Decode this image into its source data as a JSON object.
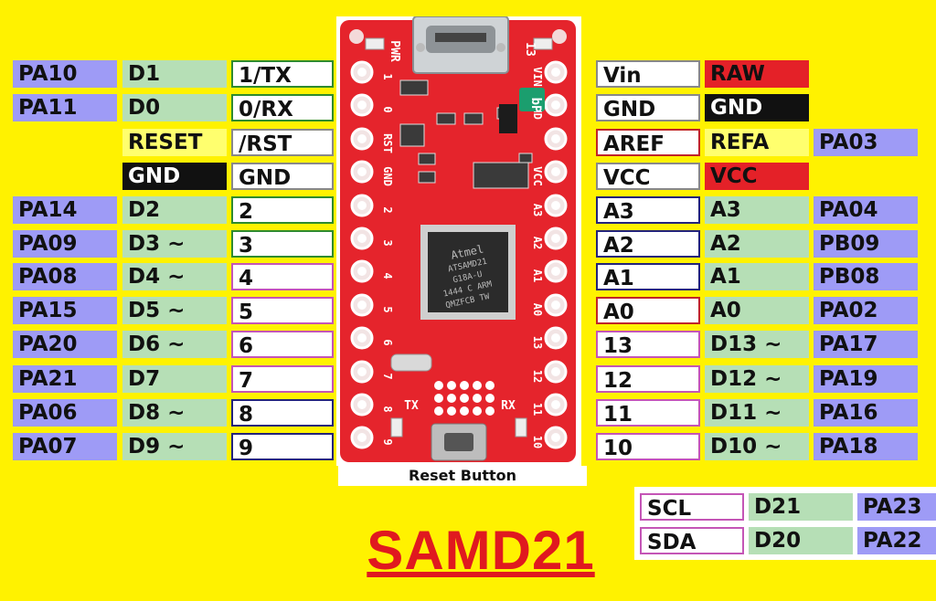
{
  "title": "SAMD21",
  "reset_caption": "Reset Button",
  "left_rows": [
    [
      "PA10",
      "D1",
      "1/TX"
    ],
    [
      "PA11",
      "D0",
      "0/RX"
    ],
    [
      "",
      "RESET",
      "/RST"
    ],
    [
      "",
      "GND",
      "GND"
    ],
    [
      "PA14",
      "D2",
      "2"
    ],
    [
      "PA09",
      "D3 ~",
      "3"
    ],
    [
      "PA08",
      "D4 ~",
      "4"
    ],
    [
      "PA15",
      "D5 ~",
      "5"
    ],
    [
      "PA20",
      "D6 ~",
      "6"
    ],
    [
      "PA21",
      "D7",
      "7"
    ],
    [
      "PA06",
      "D8 ~",
      "8"
    ],
    [
      "PA07",
      "D9 ~",
      "9"
    ]
  ],
  "right_rows": [
    [
      "Vin",
      "RAW",
      ""
    ],
    [
      "GND",
      "GND",
      ""
    ],
    [
      "AREF",
      "REFA",
      "PA03"
    ],
    [
      "VCC",
      "VCC",
      ""
    ],
    [
      "A3",
      "A3",
      "PA04"
    ],
    [
      "A2",
      "A2",
      "PB09"
    ],
    [
      "A1",
      "A1",
      "PB08"
    ],
    [
      "A0",
      "A0",
      "PA02"
    ],
    [
      "13",
      "D13 ~",
      "PA17"
    ],
    [
      "12",
      "D12 ~",
      "PA19"
    ],
    [
      "11",
      "D11 ~",
      "PA16"
    ],
    [
      "10",
      "D10 ~",
      "PA18"
    ]
  ],
  "i2c_rows": [
    [
      "SCL",
      "D21",
      "PA23"
    ],
    [
      "SDA",
      "D20",
      "PA22"
    ]
  ],
  "board_silk": {
    "left_pins": [
      "1",
      "0",
      "RST",
      "GND",
      "2",
      "3",
      "4",
      "5",
      "6",
      "7",
      "8",
      "9"
    ],
    "right_pins": [
      "VIN",
      "GND",
      "",
      "VCC",
      "A3",
      "A2",
      "A1",
      "A0",
      "13",
      "12",
      "11",
      "10"
    ],
    "pwr": "PWR",
    "pin13": "13",
    "tx": "TX",
    "rx": "RX",
    "bp": "bP",
    "chip_text": [
      "Atmel",
      "ATSAMD21",
      "G18A-U",
      "1444 C ARM",
      "QMZFCB TW"
    ]
  },
  "colors": {
    "background": "#fff200",
    "board": "#e5242c",
    "chip": "#2b2b2b",
    "title": "#e0191f"
  }
}
